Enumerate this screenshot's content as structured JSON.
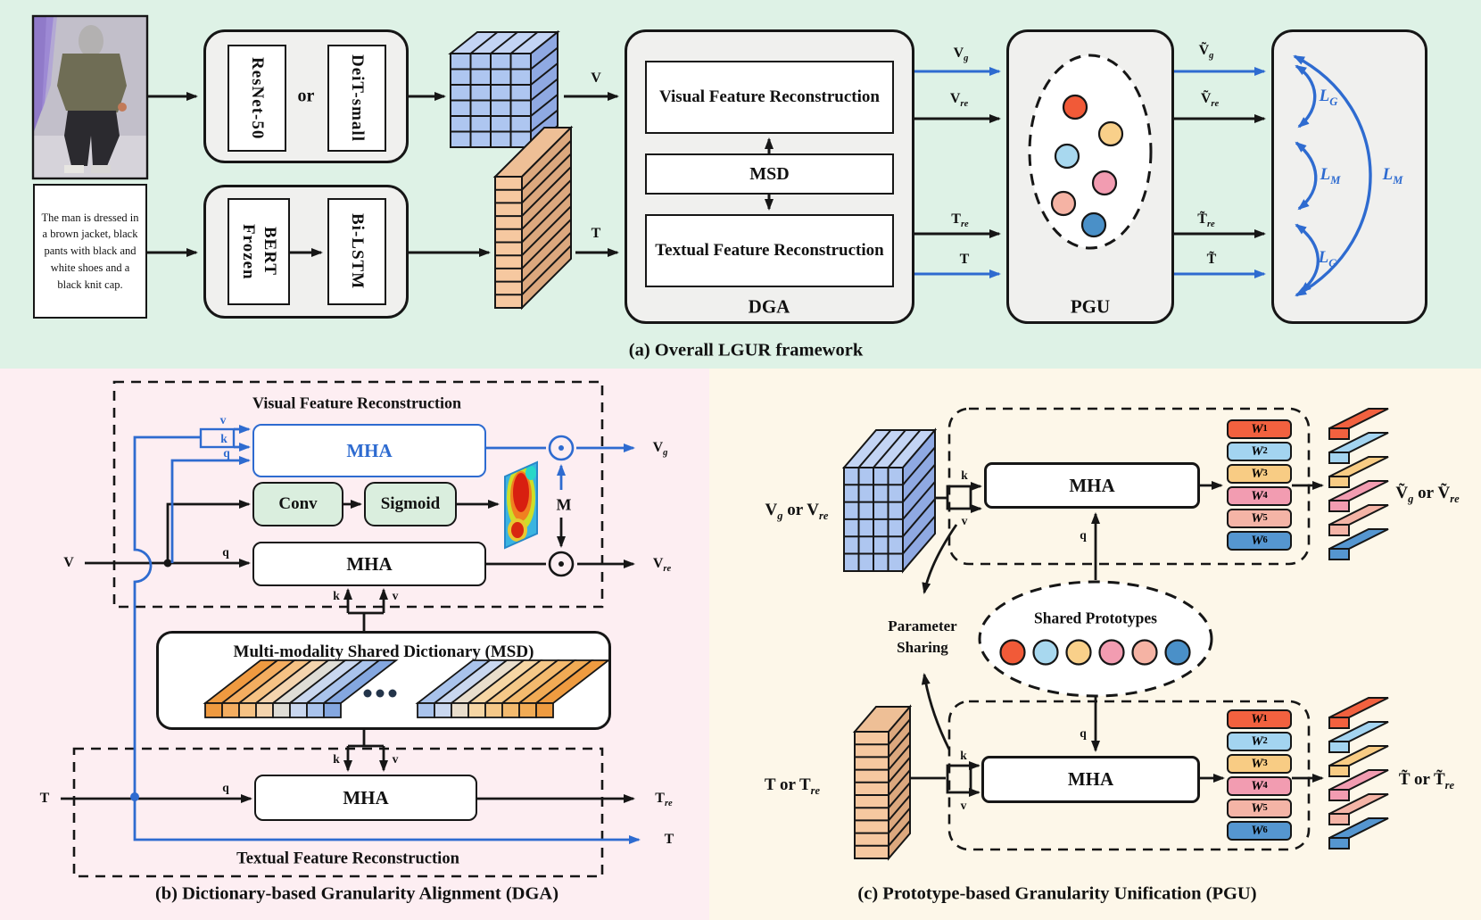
{
  "colors": {
    "accent_blue": "#2e6bd0",
    "panel_a_bg": "#def2e6",
    "panel_b_bg": "#fdeef2",
    "panel_c_bg": "#fdf7e9",
    "module_gray": "#f0f0ee",
    "conv_green": "#daeede",
    "cube_blue_front": "#aec6f0",
    "slab_orange_front": "#f6c8a0"
  },
  "panel_a": {
    "caption": "(a) Overall LGUR framework",
    "description_text": "The man is dressed in a brown jacket, black pants with black and white shoes and a black knit cap.",
    "visual_encoder": {
      "option1": "ResNet-50",
      "separator": "or",
      "option2": "DeiT-small"
    },
    "text_encoder": {
      "first": [
        "Frozen",
        "BERT"
      ],
      "second": "Bi-LSTM"
    },
    "dga": {
      "label": "DGA",
      "visual_reconstruction": "Visual Feature Reconstruction",
      "msd": "MSD",
      "textual_reconstruction": "Textual Feature Reconstruction"
    },
    "pgu": {
      "label": "PGU",
      "dot_colors": [
        "#f15a38",
        "#f9d08a",
        "#a8d8ef",
        "#f29cb1",
        "#f5b3a4",
        "#4a90c8"
      ]
    },
    "flow_labels": {
      "v": [
        {
          "t": "V"
        }
      ],
      "t": [
        {
          "t": "T"
        }
      ],
      "vg": [
        {
          "t": "V",
          "s": "g"
        }
      ],
      "vre": [
        {
          "t": "V",
          "s": "re"
        }
      ],
      "tre": [
        {
          "t": "T",
          "s": "re"
        }
      ],
      "t_out": [
        {
          "t": "T"
        }
      ],
      "vg_tilde": [
        {
          "t": "Ṽ",
          "s": "g"
        }
      ],
      "vre_tilde": [
        {
          "t": "Ṽ",
          "s": "re"
        }
      ],
      "tre_tilde": [
        {
          "t": "T̃",
          "s": "re"
        }
      ],
      "t_tilde": [
        {
          "t": "T̃"
        }
      ]
    },
    "losses": {
      "lg_top": [
        {
          "t": "L",
          "s": "G"
        }
      ],
      "lm_inner": [
        {
          "t": "L",
          "s": "M"
        }
      ],
      "lm_outer": [
        {
          "t": "L",
          "s": "M"
        }
      ],
      "lg_bottom": [
        {
          "t": "L",
          "s": "G"
        }
      ]
    }
  },
  "panel_b": {
    "caption": "(b) Dictionary-based Granularity Alignment (DGA)",
    "visual_section_title": "Visual Feature Reconstruction",
    "textual_section_title": "Textual Feature Reconstruction",
    "msd_title": "Multi-modality Shared Dictionary (MSD)",
    "mha": "MHA",
    "conv": "Conv",
    "sigmoid": "Sigmoid",
    "mask": "M",
    "ports": {
      "v": "v",
      "k": "k",
      "q": "q"
    },
    "labels": {
      "v_in": [
        {
          "t": "V"
        }
      ],
      "t_in": [
        {
          "t": "T"
        }
      ],
      "vg": [
        {
          "t": "V",
          "s": "g"
        }
      ],
      "vre": [
        {
          "t": "V",
          "s": "re"
        }
      ],
      "tre": [
        {
          "t": "T",
          "s": "re"
        }
      ],
      "t_out": [
        {
          "t": "T"
        }
      ]
    }
  },
  "panel_c": {
    "caption": "(c) Prototype-based Granularity Unification (PGU)",
    "mha": "MHA",
    "shared_prototypes": "Shared Prototypes",
    "parameter_sharing": [
      "Parameter",
      "Sharing"
    ],
    "ports": {
      "k": "k",
      "v": "v",
      "q": "q"
    },
    "labels": {
      "visual_in": [
        {
          "t": "V",
          "s": "g"
        },
        {
          "t": " or "
        },
        {
          "t": "V",
          "s": "re"
        }
      ],
      "visual_out": [
        {
          "t": "Ṽ",
          "s": "g"
        },
        {
          "t": " or "
        },
        {
          "t": "Ṽ",
          "s": "re"
        }
      ],
      "text_in": [
        {
          "t": "T"
        },
        {
          "t": " or "
        },
        {
          "t": "T",
          "s": "re"
        }
      ],
      "text_out": [
        {
          "t": "T̃"
        },
        {
          "t": " or "
        },
        {
          "t": "T̃",
          "s": "re"
        }
      ]
    },
    "weights": [
      [
        {
          "t": "W",
          "s": "1"
        }
      ],
      [
        {
          "t": "W",
          "s": "2"
        }
      ],
      [
        {
          "t": "W",
          "s": "3"
        }
      ],
      [
        {
          "t": "W",
          "s": "4"
        }
      ],
      [
        {
          "t": "W",
          "s": "5"
        }
      ],
      [
        {
          "t": "W",
          "s": "6"
        }
      ]
    ],
    "weight_colors": [
      "#f2613f",
      "#a3d4f0",
      "#f8cc84",
      "#f29cb1",
      "#f4b4a6",
      "#5596d0"
    ],
    "prototype_colors": [
      "#f15a38",
      "#a8d8ef",
      "#f9d08a",
      "#f29cb1",
      "#f5b3a4",
      "#4a90c8"
    ]
  }
}
